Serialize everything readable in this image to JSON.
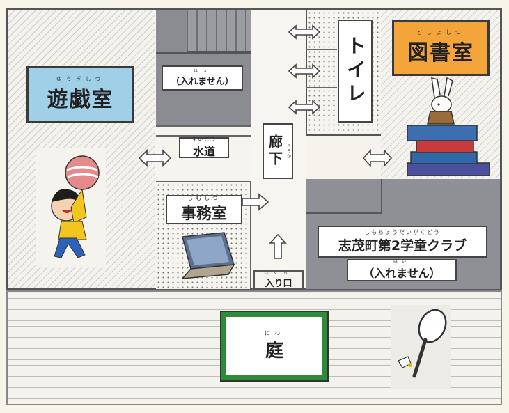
{
  "rooms": {
    "playroom": {
      "ruby": "ゆうぎしつ",
      "label": "遊戯室"
    },
    "library": {
      "ruby": "としょしつ",
      "label": "図書室"
    },
    "toilet": {
      "label": "トイレ"
    },
    "water": {
      "ruby": "すいどう",
      "label": "水道"
    },
    "corridor": {
      "label": "廊下",
      "ruby": "ろうか"
    },
    "office": {
      "ruby": "じむしつ",
      "label": "事務室"
    },
    "entrance": {
      "ruby": "いぐち",
      "label": "入り口"
    },
    "club": {
      "ruby": "しもちょうだいがくどう",
      "label": "志茂町第2学童クラブ",
      "note": "（入れません）",
      "note_ruby": "はい"
    },
    "stairs_room": {
      "ruby": "はい",
      "note": "（入れません）"
    },
    "garden": {
      "ruby": "にわ",
      "label": "庭"
    }
  },
  "colors": {
    "playroom_sign": "#9fd0e8",
    "library_sign": "#f3a53b",
    "garden_border": "#2e8b3a",
    "wall": "#555555",
    "grey_block": "#8f9197"
  },
  "illustrations": [
    "girl-with-ball",
    "laptop",
    "rabbit-on-books",
    "badminton-racket"
  ]
}
